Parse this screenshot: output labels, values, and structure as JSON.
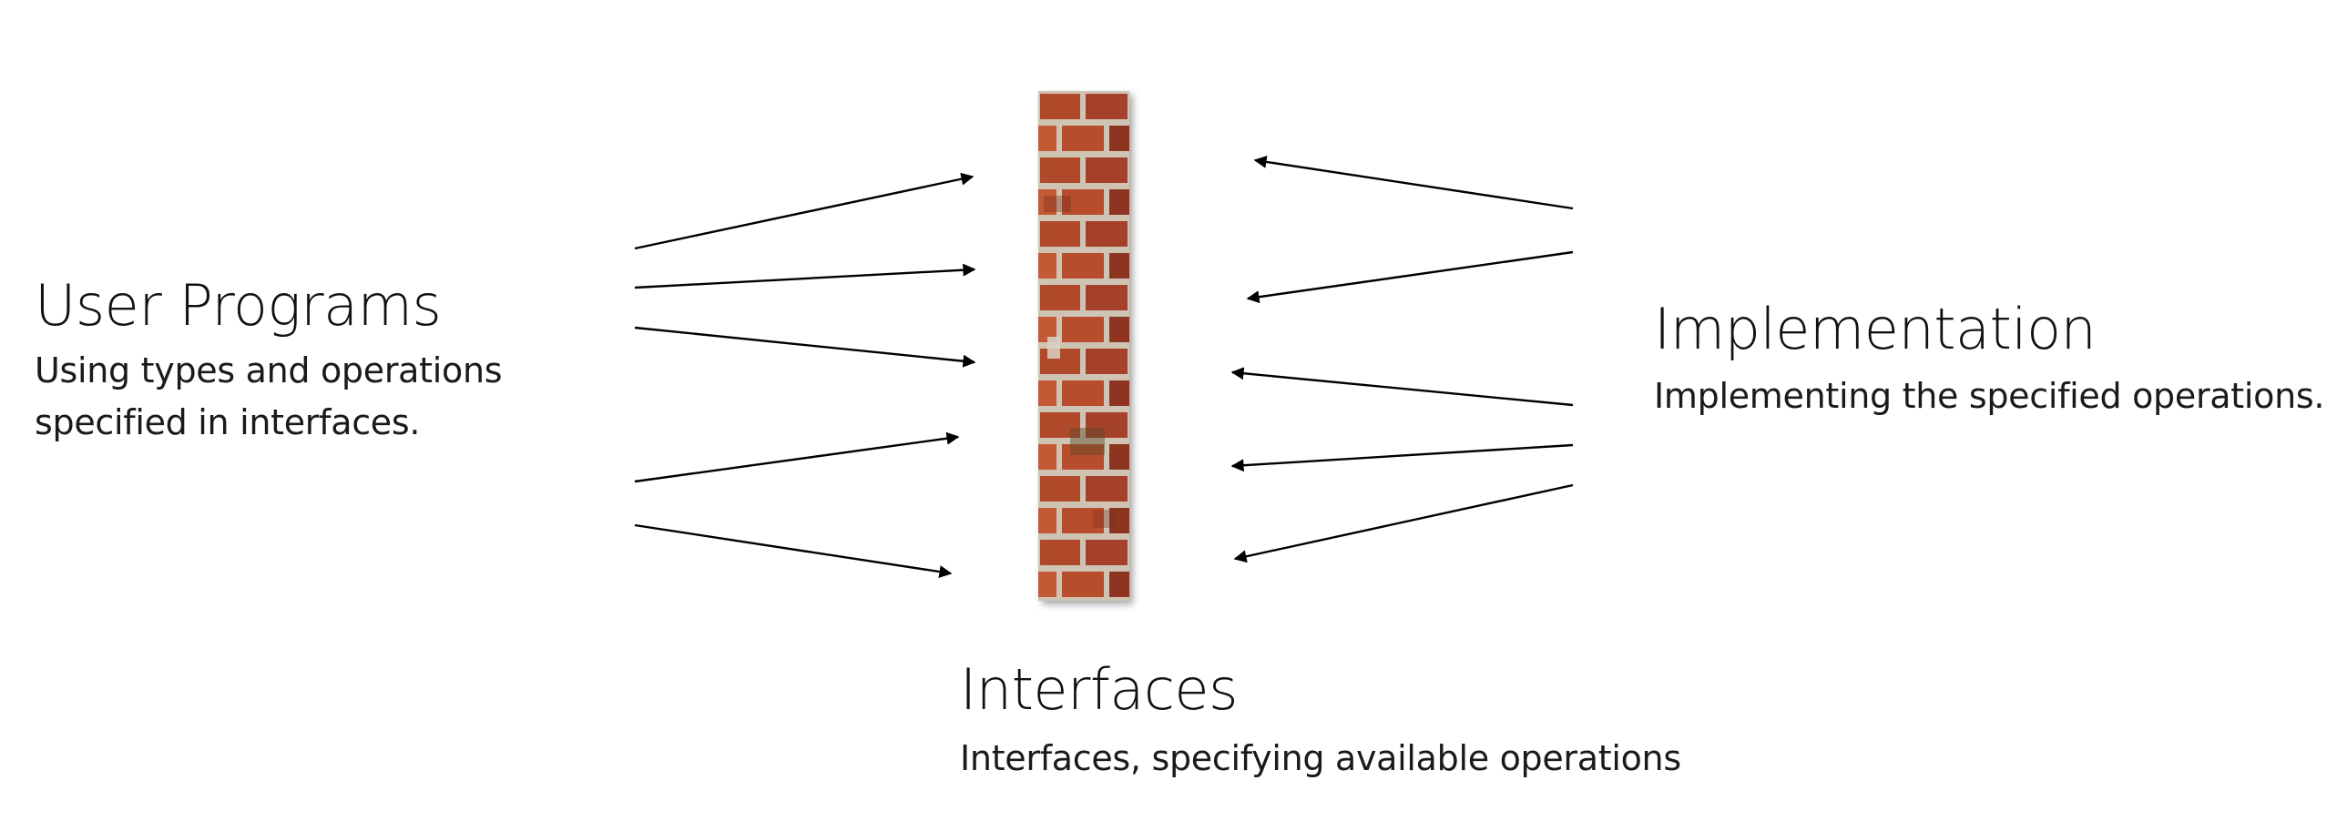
{
  "user_programs": {
    "title": "User Programs",
    "desc_lines": [
      "Using types and operations",
      "specified in interfaces."
    ]
  },
  "implementation": {
    "title": "Implementation",
    "desc": "Implementing the specified operations."
  },
  "interfaces": {
    "title": "Interfaces",
    "desc": "Interfaces, specifying available operations"
  },
  "wall": {
    "image": "brick-wall",
    "colors": {
      "brick": "#b0482a",
      "brick_dark": "#8e3620",
      "brick_light": "#c45a34",
      "mortar": "#cfc4b4"
    }
  },
  "arrow_color": "#000000"
}
